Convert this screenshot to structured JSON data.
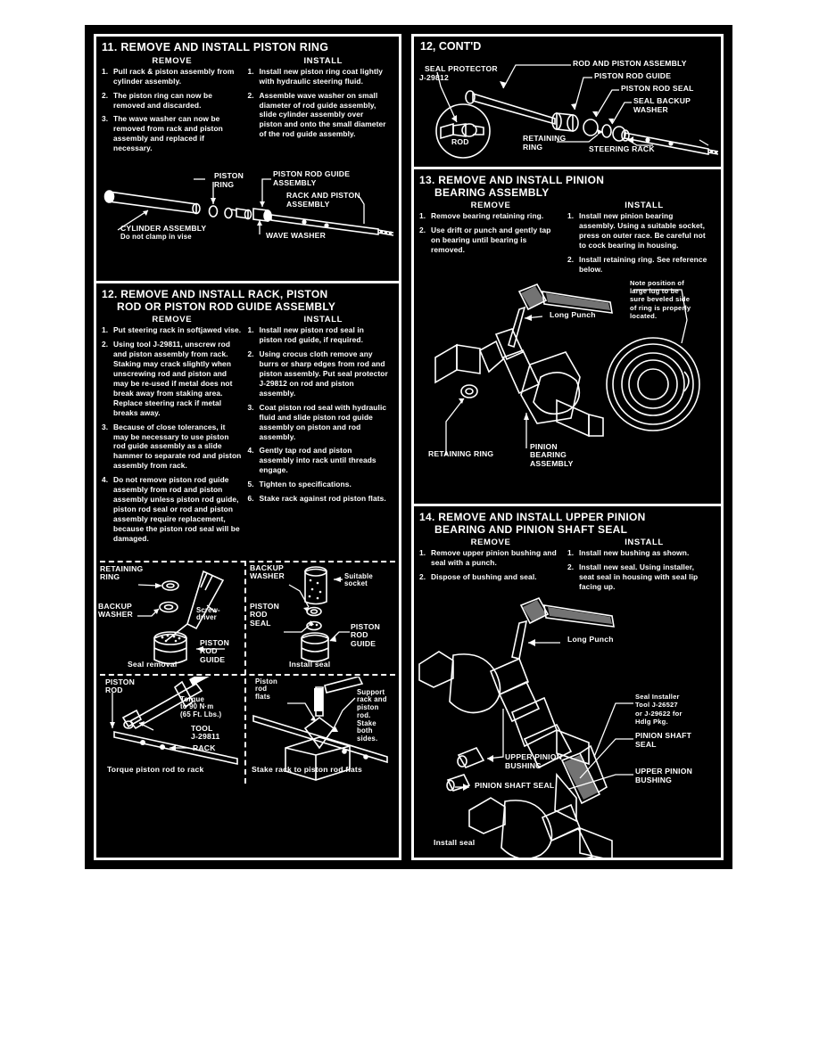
{
  "document": {
    "type": "service-manual-page",
    "background": "#ffffff",
    "plate_color": "#000000",
    "text_color": "#ffffff"
  },
  "left_column": {
    "section_11": {
      "title": "11. REMOVE AND INSTALL PISTON RING",
      "remove_heading": "REMOVE",
      "install_heading": "INSTALL",
      "remove_steps": [
        {
          "num": "1.",
          "text": "Pull rack & piston assembly from cylinder assembly."
        },
        {
          "num": "2.",
          "text": "The piston ring can now be removed and discarded."
        },
        {
          "num": "3.",
          "text": "The wave washer can now be removed from rack and piston assembly and replaced if necessary."
        }
      ],
      "install_steps": [
        {
          "num": "1.",
          "text": "Install new piston ring coat lightly with hydraulic steering fluid."
        },
        {
          "num": "2.",
          "text": "Assemble wave washer on small diameter of rod guide assembly, slide cylinder assembly over piston and onto the small diameter of the rod guide assembly."
        }
      ],
      "figure_labels": {
        "piston_ring": "PISTON\nRING",
        "piston_rod_guide_assembly": "PISTON ROD GUIDE\nASSEMBLY",
        "rack_and_piston_assembly": "RACK AND PISTON\nASSEMBLY",
        "cylinder_assembly": "CYLINDER ASSEMBLY",
        "cylinder_assembly_note": "Do not clamp in vise",
        "wave_washer": "WAVE WASHER"
      }
    },
    "section_12": {
      "title_line1": "12. REMOVE AND INSTALL RACK, PISTON",
      "title_line2": "ROD OR PISTON ROD GUIDE ASSEMBLY",
      "remove_heading": "REMOVE",
      "install_heading": "INSTALL",
      "remove_steps": [
        {
          "num": "1.",
          "text": "Put steering rack in softjawed vise."
        },
        {
          "num": "2.",
          "text": "Using tool J-29811, unscrew rod and piston assembly from rack. Staking may crack slightly when unscrewing rod and piston and may be re-used if metal does not break away from staking area. Replace steering rack if metal breaks away."
        },
        {
          "num": "3.",
          "text": "Because of close tolerances, it may be necessary to use piston rod guide assembly as a slide hammer to separate rod and piston assembly from rack."
        },
        {
          "num": "4.",
          "text": "Do not remove piston rod guide assembly from rod and piston assembly unless piston rod guide, piston rod seal or rod and piston assembly require replacement, because the piston rod seal will be damaged."
        }
      ],
      "install_steps": [
        {
          "num": "1.",
          "text": "Install new piston rod seal in piston rod guide, if required."
        },
        {
          "num": "2.",
          "text": "Using crocus cloth remove any burrs or sharp edges from rod and piston assembly. Put seal protector J-29812 on rod and piston assembly."
        },
        {
          "num": "3.",
          "text": "Coat piston rod seal with hydraulic fluid and slide piston rod guide assembly on piston and rod assembly."
        },
        {
          "num": "4.",
          "text": "Gently tap rod and piston assembly into rack until threads engage."
        },
        {
          "num": "5.",
          "text": "Tighten to specifications."
        },
        {
          "num": "6.",
          "text": "Stake rack against rod piston flats."
        }
      ],
      "figure_seal_removal": {
        "caption": "Seal removal",
        "retaining_ring": "RETAINING\nRING",
        "backup_washer": "BACKUP\nWASHER",
        "screwdriver": "Screw-\ndriver",
        "piston_rod_guide": "PISTON\nROD\nGUIDE"
      },
      "figure_install_seal": {
        "caption": "Install seal",
        "backup_washer": "BACKUP\nWASHER",
        "suitable_socket": "Suitable\nsocket",
        "piston_rod_seal": "PISTON\nROD\nSEAL",
        "piston_rod_guide": "PISTON\nROD\nGUIDE"
      },
      "figure_torque": {
        "caption": "Torque piston rod to rack",
        "piston_rod": "PISTON\nROD",
        "torque_spec": "Torque\nto 90 N·m\n(65 Ft. Lbs.)",
        "tool": "TOOL\nJ-29811",
        "rack": "RACK"
      },
      "figure_stake": {
        "caption": "Stake rack to piston rod flats",
        "piston_rod_flats": "Piston\nrod\nflats",
        "support_note": "Support\nrack and\npiston\nrod.\nStake\nboth\nsides."
      }
    }
  },
  "right_column": {
    "section_12_contd": {
      "title": "12, CONT'D",
      "figure_labels": {
        "seal_protector": "SEAL PROTECTOR",
        "seal_protector_tool": "J-29812",
        "rod": "ROD",
        "rod_and_piston_assembly": "ROD AND PISTON ASSEMBLY",
        "piston_rod_guide": "PISTON ROD GUIDE",
        "piston_rod_seal": "PISTON ROD SEAL",
        "seal_backup_washer": "SEAL BACKUP\nWASHER",
        "retaining_ring": "RETAINING\nRING",
        "steering_rack": "STEERING RACK"
      }
    },
    "section_13": {
      "title_line1": "13. REMOVE AND INSTALL PINION",
      "title_line2": "BEARING ASSEMBLY",
      "remove_heading": "REMOVE",
      "install_heading": "INSTALL",
      "remove_steps": [
        {
          "num": "1.",
          "text": "Remove bearing retaining ring."
        },
        {
          "num": "2.",
          "text": "Use drift or punch and gently tap on bearing until bearing is removed."
        }
      ],
      "install_steps": [
        {
          "num": "1.",
          "text": "Install new pinion bearing assembly. Using a suitable socket, press on outer race. Be careful not to cock bearing in housing."
        },
        {
          "num": "2.",
          "text": "Install retaining ring. See reference below."
        }
      ],
      "figure_labels": {
        "long_punch": "Long Punch",
        "note": "Note position of\nlarge lug to be\nsure beveled side\nof ring is properly\nlocated.",
        "pinion_bearing_assembly": "PINION\nBEARING\nASSEMBLY",
        "retaining_ring": "RETAINING RING"
      }
    },
    "section_14": {
      "title_line1": "14. REMOVE AND INSTALL UPPER PINION",
      "title_line2": "BEARING AND PINION SHAFT SEAL",
      "remove_heading": "REMOVE",
      "install_heading": "INSTALL",
      "remove_steps": [
        {
          "num": "1.",
          "text": "Remove upper pinion bushing and seal with a punch."
        },
        {
          "num": "2.",
          "text": "Dispose of bushing and seal."
        }
      ],
      "install_steps": [
        {
          "num": "1.",
          "text": "Install new bushing as shown."
        },
        {
          "num": "2.",
          "text": "Install new seal. Using installer, seat seal in housing with seal lip facing up."
        }
      ],
      "figure_labels": {
        "long_punch": "Long Punch",
        "upper_pinion_bushing": "UPPER PINION\nBUSHING",
        "pinion_shaft_seal": "PINION SHAFT SEAL",
        "seal_installer": "Seal Installer\nTool J-26527\nor J-29622 for\nHdlg Pkg.",
        "pinion_shaft_seal_2": "PINION SHAFT\nSEAL",
        "upper_pinion_bushing_2": "UPPER PINION\nBUSHING",
        "caption": "Install seal"
      }
    }
  }
}
